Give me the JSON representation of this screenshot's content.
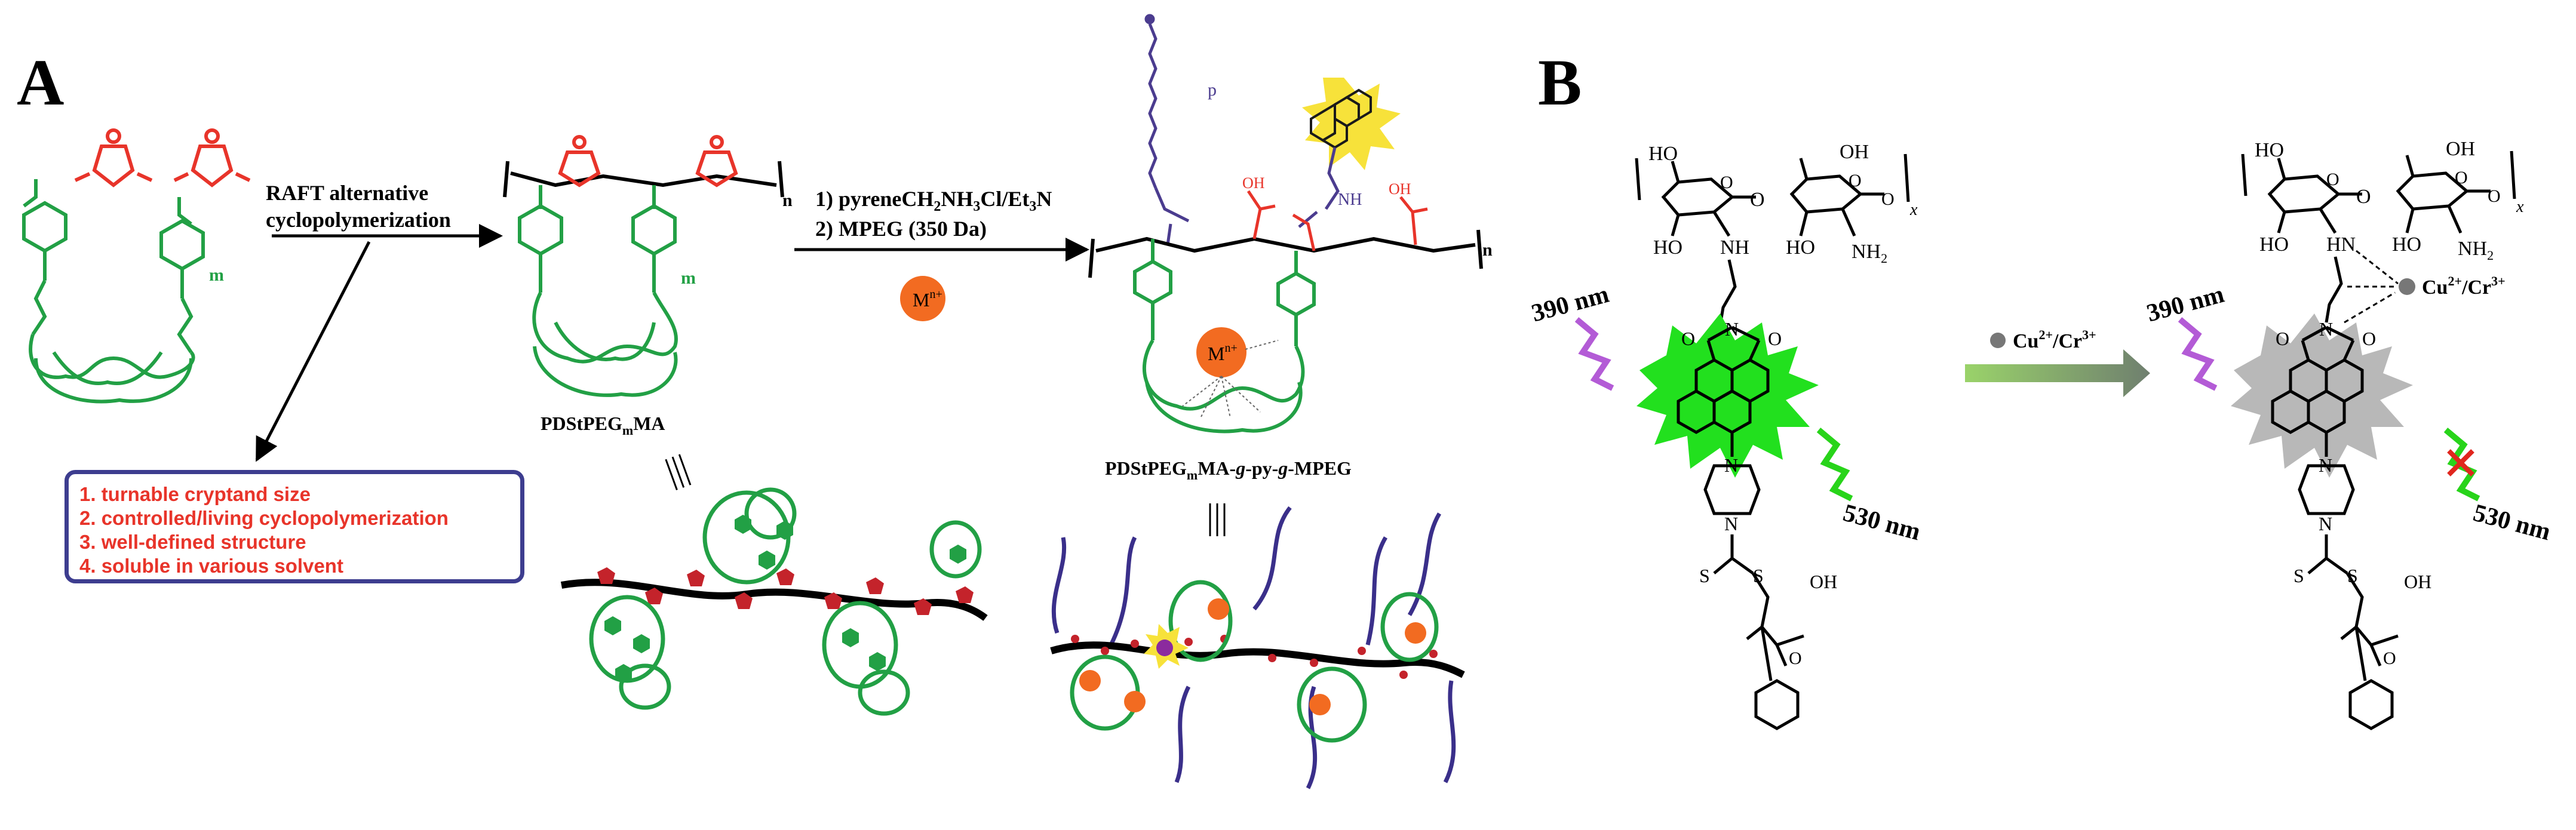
{
  "panel_a": {
    "letter": "A",
    "step1_line1": "RAFT alternative",
    "step1_line2": "cyclopolymerization",
    "step2_line1": "1) pyreneCH",
    "step2_line1_sub": "2",
    "step2_line1_mid": "NH",
    "step2_line1_sub2": "3",
    "step2_line1_end": "Cl/Et",
    "step2_line1_sub3": "3",
    "step2_line1_tail": "N",
    "step2_line2": "2) MPEG (350 Da)",
    "metal_label": "M",
    "metal_charge": "n+",
    "polymer1_name": "PDStPEG",
    "polymer1_sub": "m",
    "polymer1_tail": "MA",
    "polymer2_name": "PDStPEG",
    "polymer2_sub": "m",
    "polymer2_tail": "MA-",
    "polymer2_g1": "g",
    "polymer2_mid": "-py-",
    "polymer2_g2": "g",
    "polymer2_end": "-MPEG",
    "subscript_n": "n",
    "subscript_m": "m",
    "subscript_p": "p",
    "features": [
      "1. turnable cryptand size",
      "2. controlled/living cyclopolymerization",
      "3. well-defined structure",
      "4. soluble in various solvent"
    ],
    "equals_symbol": "|||",
    "colors": {
      "polymer_green": "#22a045",
      "anhydride_red": "#e8342a",
      "peg_purple": "#4b3c8f",
      "pyrene_yellow": "#f7e23a",
      "metal_orange": "#f26b21",
      "box_border": "#3d3d8f",
      "feature_text": "#e8342a"
    }
  },
  "panel_b": {
    "letter": "B",
    "excitation": "390 nm",
    "emission": "530 nm",
    "ion_label": "Cu",
    "ion_charge1": "2+",
    "ion_sep": "/Cr",
    "ion_charge2": "3+",
    "atoms": {
      "HO": "HO",
      "OH": "OH",
      "O": "O",
      "N": "N",
      "NH": "NH",
      "HN": "HN",
      "NH2": "NH",
      "NH2_sub": "2",
      "S": "S",
      "x": "x"
    },
    "colors": {
      "glow_green": "#22e01e",
      "quench_gray": "#b8b8b8",
      "arrow_green": "#9ad36a",
      "arrow_gray": "#6f7f6f",
      "wave_purple": "#b35bd6",
      "wave_green": "#28d41a",
      "cross_red": "#e0261e"
    }
  }
}
